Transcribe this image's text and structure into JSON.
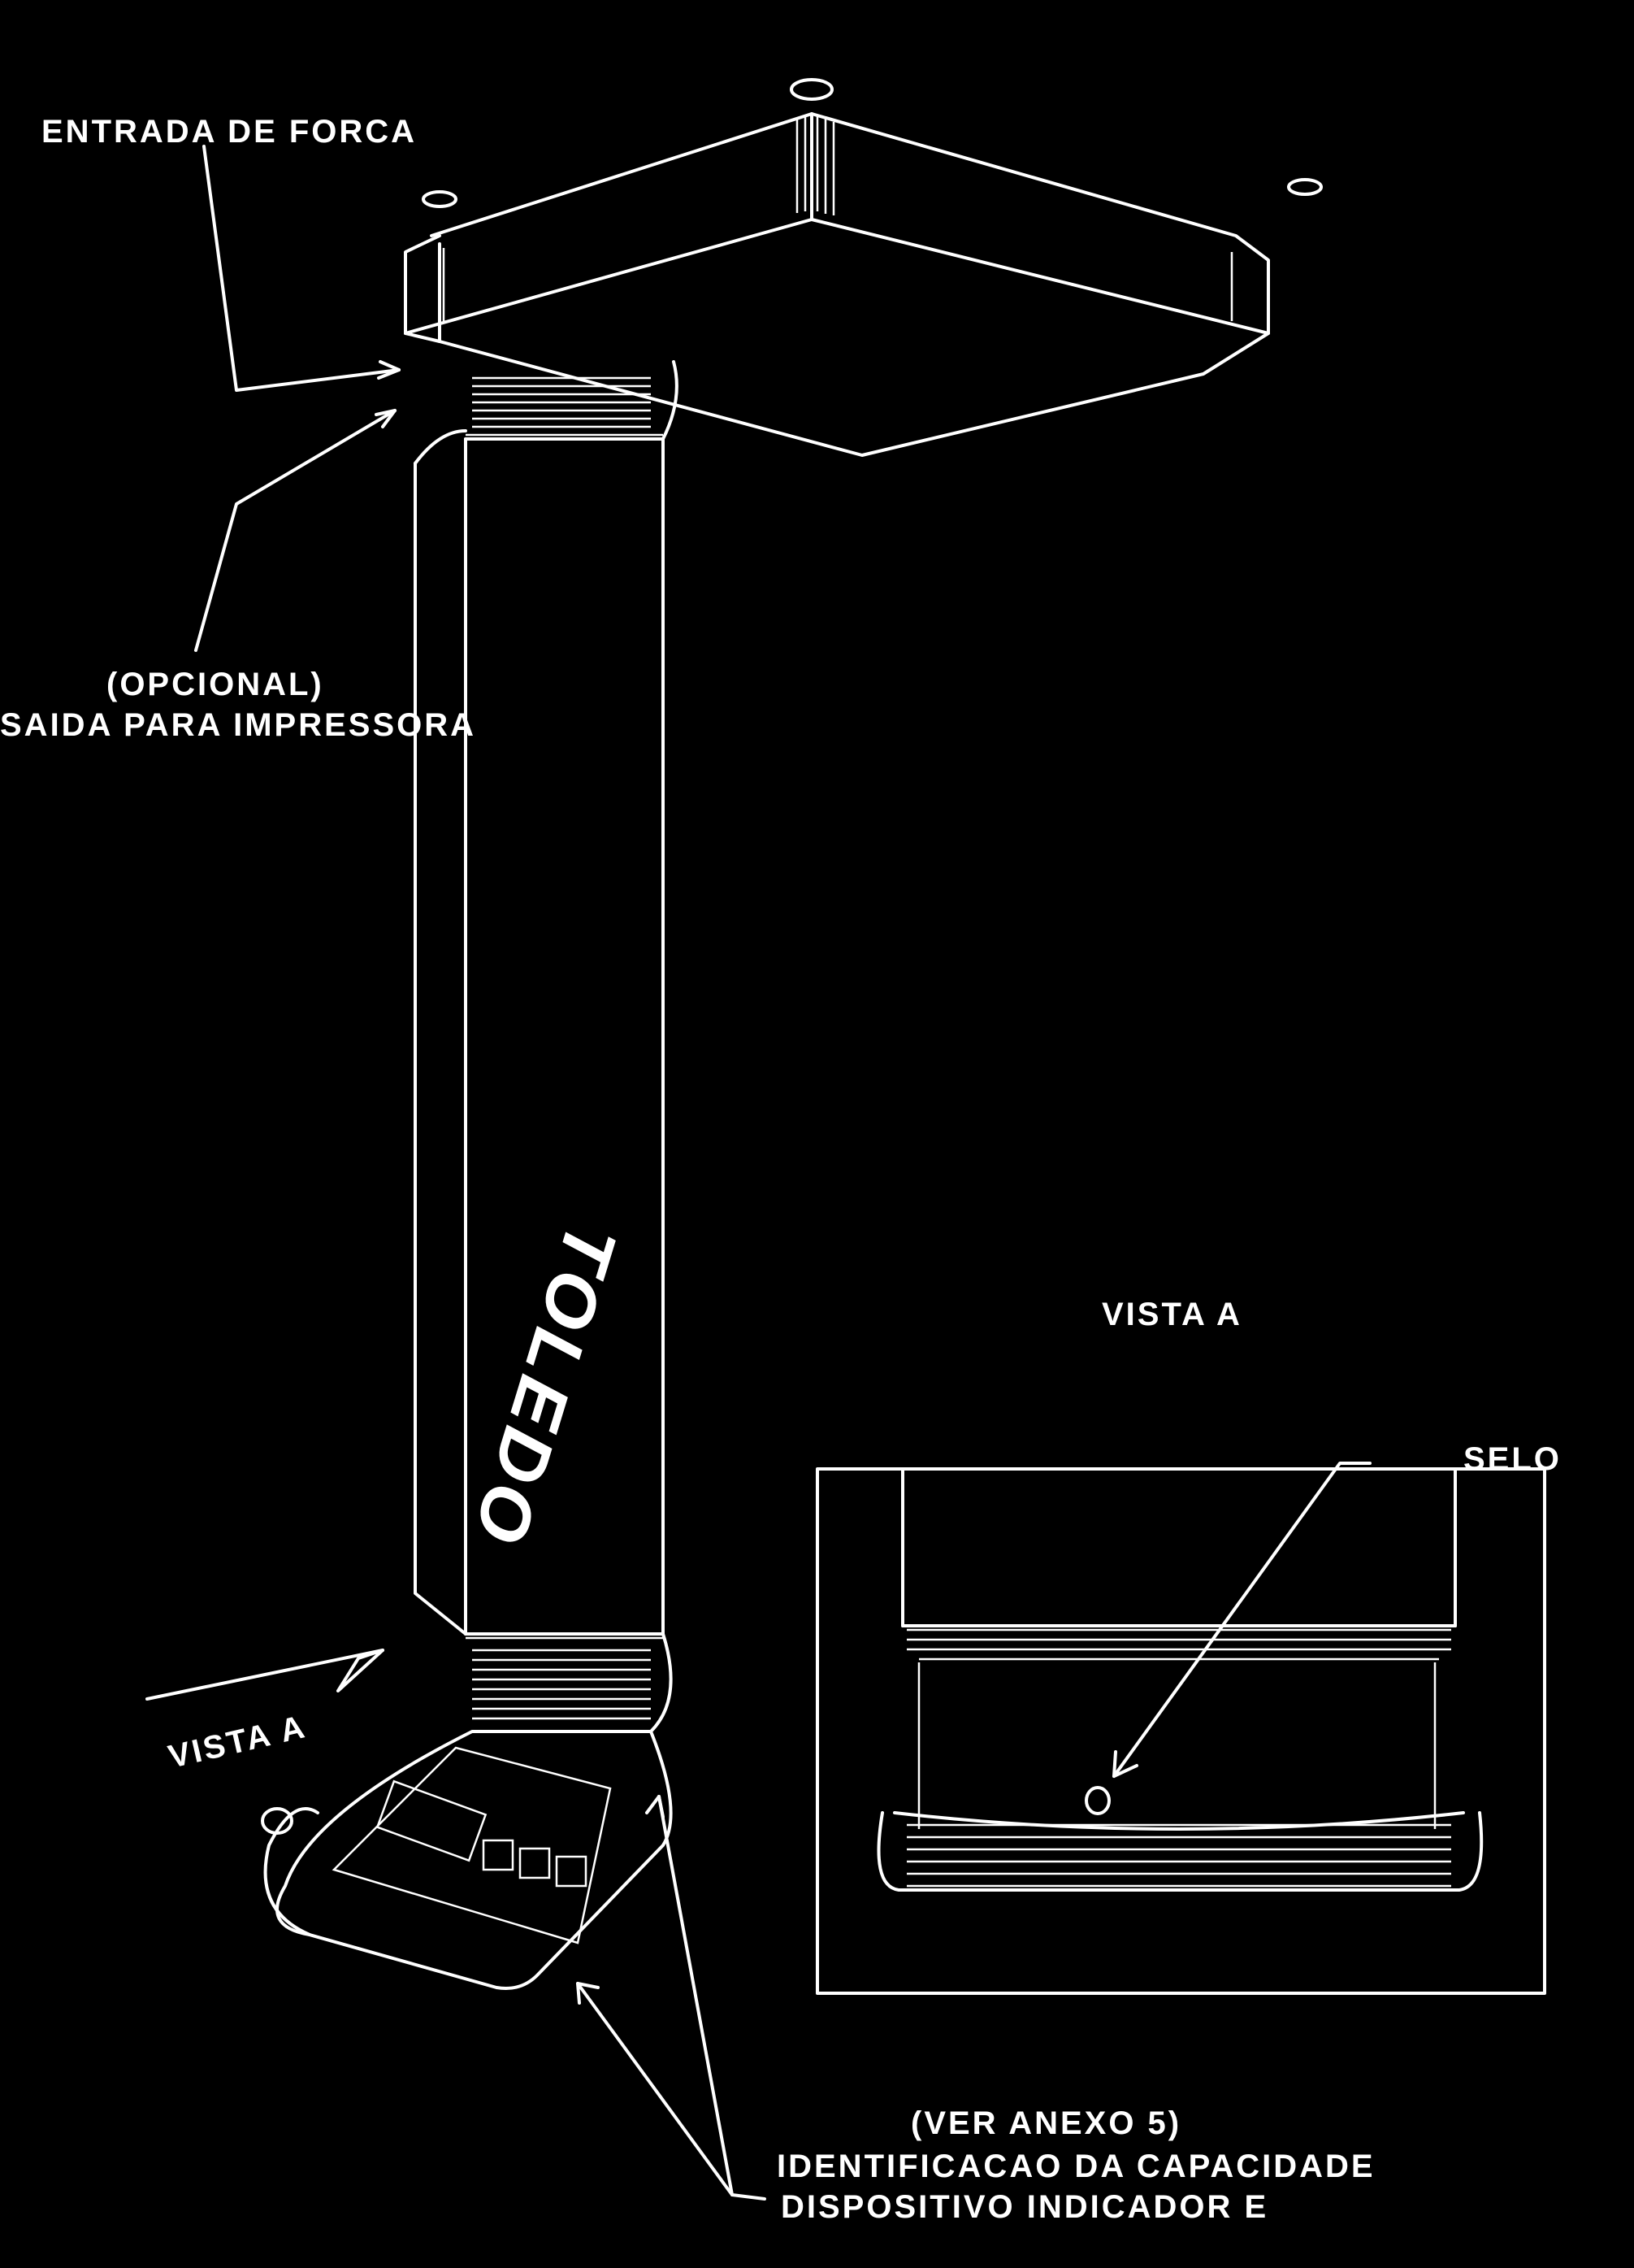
{
  "diagram": {
    "labels": {
      "power_input": "ENTRADA DE FORCA",
      "printer_output": "SAIDA PARA IMPRESSORA",
      "printer_output_note": "(OPCIONAL)",
      "view_arrow": "VISTA A",
      "view_title": "VISTA A",
      "seal": "SELO",
      "indicator_line1": "DISPOSITIVO INDICADOR E",
      "indicator_line2": "IDENTIFICACAO DA CAPACIDADE",
      "indicator_line3": "(VER ANEXO 5)",
      "brand": "TOLEDO"
    },
    "colors": {
      "background": "#000000",
      "ink": "#ffffff"
    }
  }
}
